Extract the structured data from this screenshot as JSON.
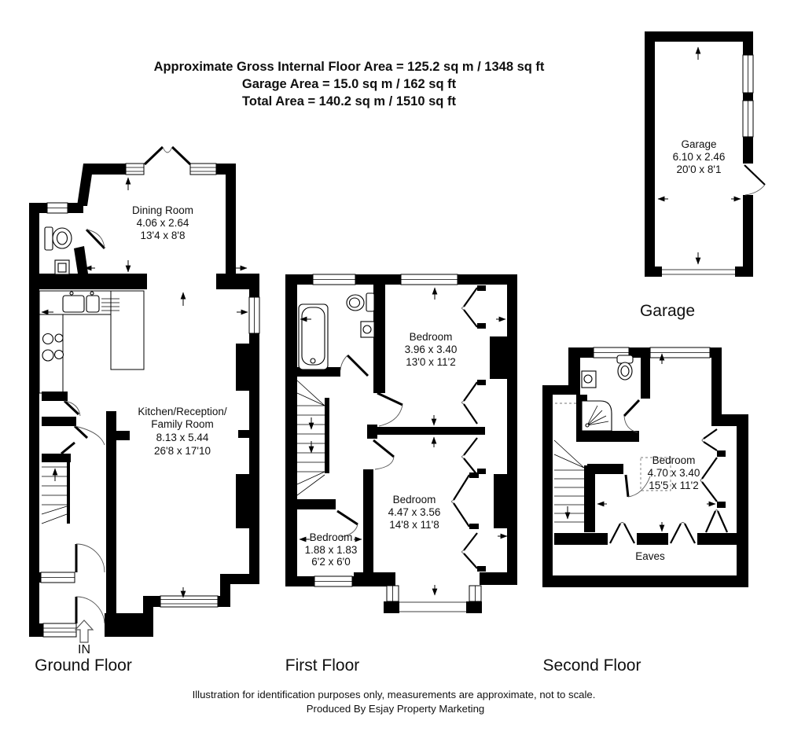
{
  "header": {
    "line1": "Approximate Gross Internal Floor Area = 125.2 sq m / 1348 sq ft",
    "line2": "Garage Area = 15.0 sq m / 162 sq ft",
    "line3": "Total Area = 140.2 sq m / 1510 sq ft"
  },
  "rooms": {
    "dining": {
      "name": "Dining Room",
      "metric": "4.06 x 2.64",
      "imperial": "13'4 x 8'8"
    },
    "kitchen": {
      "name_line1": "Kitchen/Reception/",
      "name_line2": "Family Room",
      "metric": "8.13 x 5.44",
      "imperial": "26'8 x 17'10"
    },
    "bedroom1": {
      "name": "Bedroom",
      "metric": "3.96 x 3.40",
      "imperial": "13'0 x 11'2"
    },
    "bedroom2": {
      "name": "Bedroom",
      "metric": "4.47 x 3.56",
      "imperial": "14'8 x 11'8"
    },
    "bedroom3": {
      "name": "Bedroom",
      "metric": "1.88 x 1.83",
      "imperial": "6'2 x 6'0"
    },
    "bedroom4": {
      "name": "Bedroom",
      "metric": "4.70 x 3.40",
      "imperial": "15'5 x 11'2"
    },
    "garage": {
      "name": "Garage",
      "metric": "6.10 x 2.46",
      "imperial": "20'0 x 8'1"
    },
    "eaves": {
      "name": "Eaves"
    }
  },
  "floor_labels": {
    "ground": "Ground Floor",
    "first": "First Floor",
    "second": "Second Floor",
    "garage": "Garage"
  },
  "entrance_label": "IN",
  "footer": {
    "line1": "Illustration for identification purposes only, measurements are approximate, not to scale.",
    "line2": "Produced By Esjay Property Marketing"
  }
}
